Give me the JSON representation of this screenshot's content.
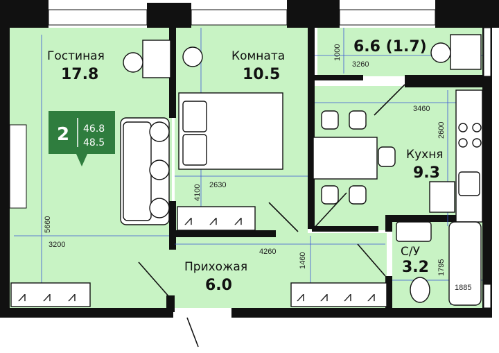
{
  "rooms": {
    "living": {
      "name": "Гостиная",
      "area": "17.8"
    },
    "bedroom": {
      "name": "Комната",
      "area": "10.5"
    },
    "balcony": {
      "area": "6.6 (1.7)"
    },
    "kitchen": {
      "name": "Кухня",
      "area": "9.3"
    },
    "hall": {
      "name": "Прихожая",
      "area": "6.0"
    },
    "bath": {
      "name": "С/У",
      "area": "3.2"
    }
  },
  "badge": {
    "rooms": "2",
    "area_living": "46.8",
    "area_total": "48.5"
  },
  "dimensions": {
    "balcony_h": "1000",
    "balcony_w": "3260",
    "kitchen_w": "3460",
    "kitchen_h": "2600",
    "bedroom_h": "4100",
    "bedroom_w": "2630",
    "living_h": "5660",
    "living_w": "3200",
    "hall_w": "4260",
    "hall_h": "1460",
    "bath_h": "1795",
    "bath_w": "1885"
  },
  "hanger_symbol": "⩘",
  "colors": {
    "room": "#c8f3c4",
    "wall": "#111111",
    "badge": "#2f7d3e",
    "dim_line": "#3a57d6"
  }
}
